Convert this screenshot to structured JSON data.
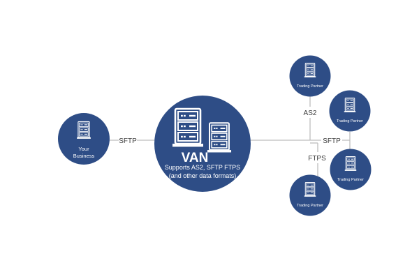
{
  "diagram": {
    "colors": {
      "node_fill": "#2e4d86",
      "line": "#bdbdbd",
      "icon": "#ffffff",
      "label_text": "#3a3a3a"
    },
    "nodes": {
      "your_business": {
        "line1": "Your",
        "line2": "Business",
        "icon": "server-rack-icon"
      },
      "van": {
        "title": "VAN",
        "line1": "Supports AS2, SFTP FTPS",
        "line2": "(and other data formats)",
        "icon": "server-racks-icon"
      },
      "partners": [
        {
          "label": "Trading Partner",
          "icon": "server-rack-icon"
        },
        {
          "label": "Trading Partner",
          "icon": "server-rack-icon"
        },
        {
          "label": "Trading Partner",
          "icon": "server-rack-icon"
        },
        {
          "label": "Trading Partner",
          "icon": "server-rack-icon"
        }
      ]
    },
    "edges": {
      "business_to_van": "SFTP",
      "partner_1": "AS2",
      "partners_2_3": "SFTP",
      "partner_4": "FTPS"
    }
  }
}
